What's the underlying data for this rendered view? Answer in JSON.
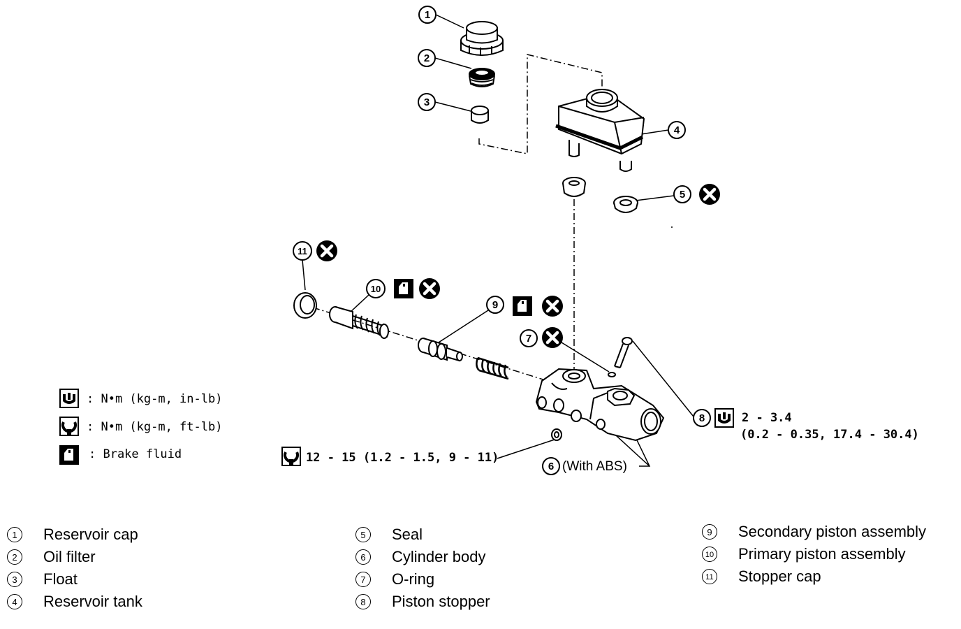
{
  "callouts": [
    "1",
    "2",
    "3",
    "4",
    "5",
    "6",
    "7",
    "8",
    "9",
    "10",
    "11"
  ],
  "notes": {
    "with_abs": "(With ABS)",
    "torque_piston_stopper_line1": "2 - 3.4",
    "torque_piston_stopper_line2": "(0.2 - 0.35, 17.4 - 30.4)",
    "torque_cylinder_body": "12 - 15 (1.2 - 1.5, 9 - 11)"
  },
  "legend": {
    "torque_in_lb": ": N•m (kg-m, in-lb)",
    "torque_ft_lb": ": N•m (kg-m, ft-lb)",
    "brake_fluid": ": Brake fluid"
  },
  "parts": [
    {
      "num": "1",
      "name": "Reservoir cap"
    },
    {
      "num": "2",
      "name": "Oil filter"
    },
    {
      "num": "3",
      "name": "Float"
    },
    {
      "num": "4",
      "name": "Reservoir tank"
    },
    {
      "num": "5",
      "name": "Seal"
    },
    {
      "num": "6",
      "name": "Cylinder body"
    },
    {
      "num": "7",
      "name": "O-ring"
    },
    {
      "num": "8",
      "name": "Piston stopper"
    },
    {
      "num": "9",
      "name": "Secondary piston assembly"
    },
    {
      "num": "10",
      "name": "Primary piston assembly"
    },
    {
      "num": "11",
      "name": "Stopper cap"
    }
  ]
}
